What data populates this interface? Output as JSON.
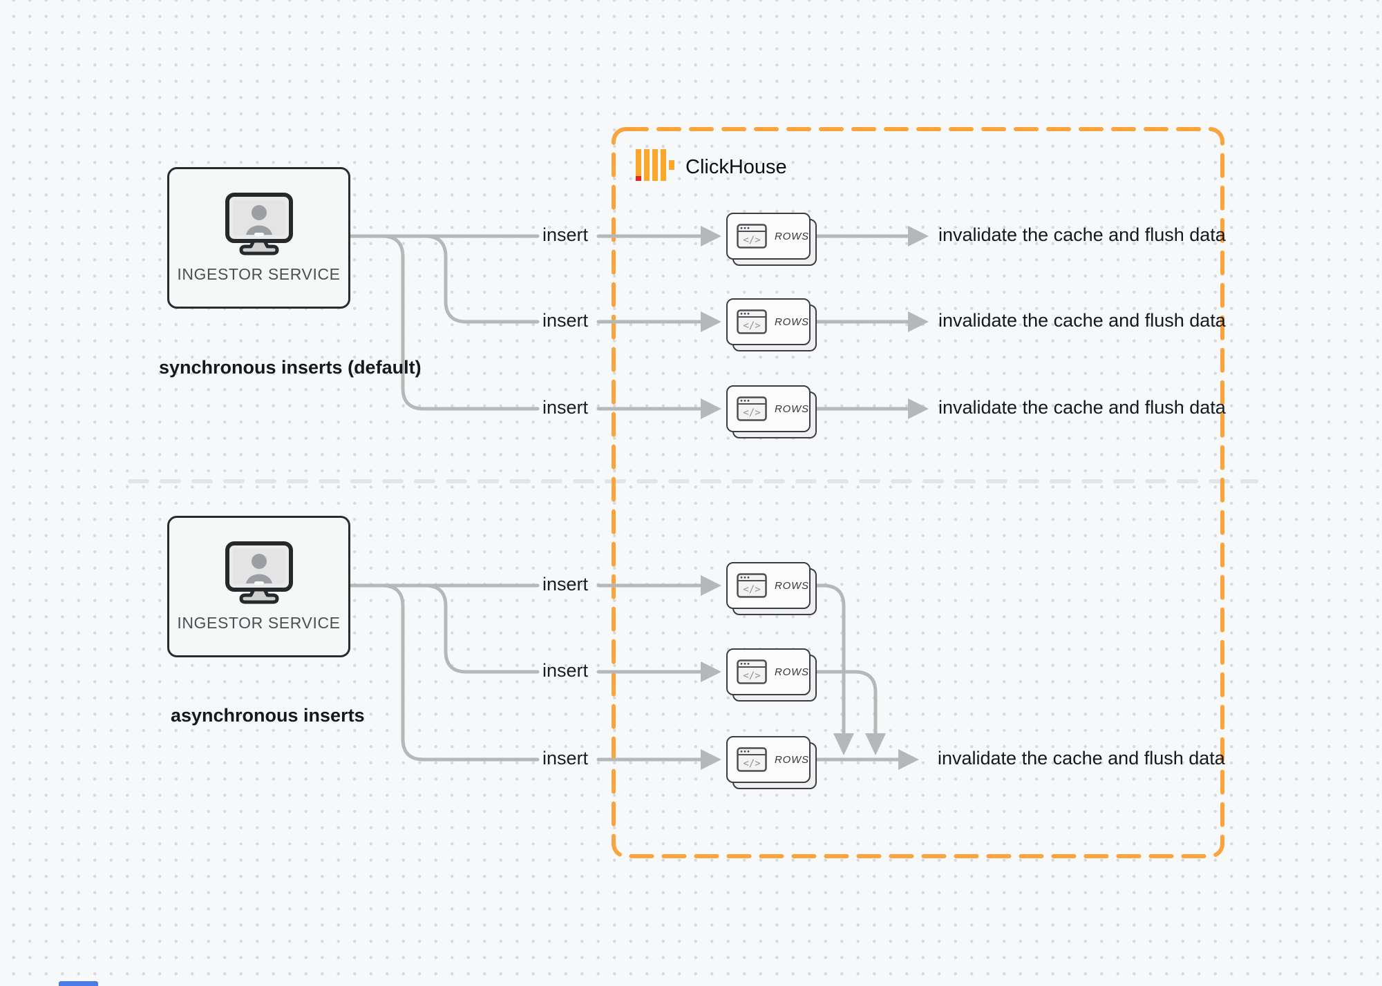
{
  "diagram_title": "ClickHouse insert modes diagram",
  "colors": {
    "accent_orange": "#F9A43C",
    "brand_red": "#E0261C",
    "line_gray": "#B6B7B8",
    "divider_gray": "#E3E4E6",
    "box_border_dark": "#282C30",
    "text_dark": "#17181A",
    "text_gray": "#4B4F54",
    "background": "#F7F8F9",
    "dot_grid": "#D7DADD",
    "artifact_blue": "#4A7BE8"
  },
  "clickhouse": {
    "title": "ClickHouse",
    "logo_icon": "clickhouse-logo"
  },
  "shared": {
    "rows_label": "ROWS",
    "code_glyph": "</>"
  },
  "sync_section": {
    "label": "synchronous inserts (default)",
    "ingestor": {
      "label": "INGESTOR SERVICE",
      "icon": "monitor-user-icon"
    },
    "rows": [
      {
        "insert_label": "insert",
        "card_label": "ROWS",
        "result_label": "invalidate the cache and flush data"
      },
      {
        "insert_label": "insert",
        "card_label": "ROWS",
        "result_label": "invalidate the cache and flush data"
      },
      {
        "insert_label": "insert",
        "card_label": "ROWS",
        "result_label": "invalidate the cache and flush data"
      }
    ]
  },
  "async_section": {
    "label": "asynchronous inserts",
    "ingestor": {
      "label": "INGESTOR SERVICE",
      "icon": "monitor-user-icon"
    },
    "rows": [
      {
        "insert_label": "insert",
        "card_label": "ROWS"
      },
      {
        "insert_label": "insert",
        "card_label": "ROWS"
      },
      {
        "insert_label": "insert",
        "card_label": "ROWS"
      }
    ],
    "result_label": "invalidate the cache and flush data"
  }
}
